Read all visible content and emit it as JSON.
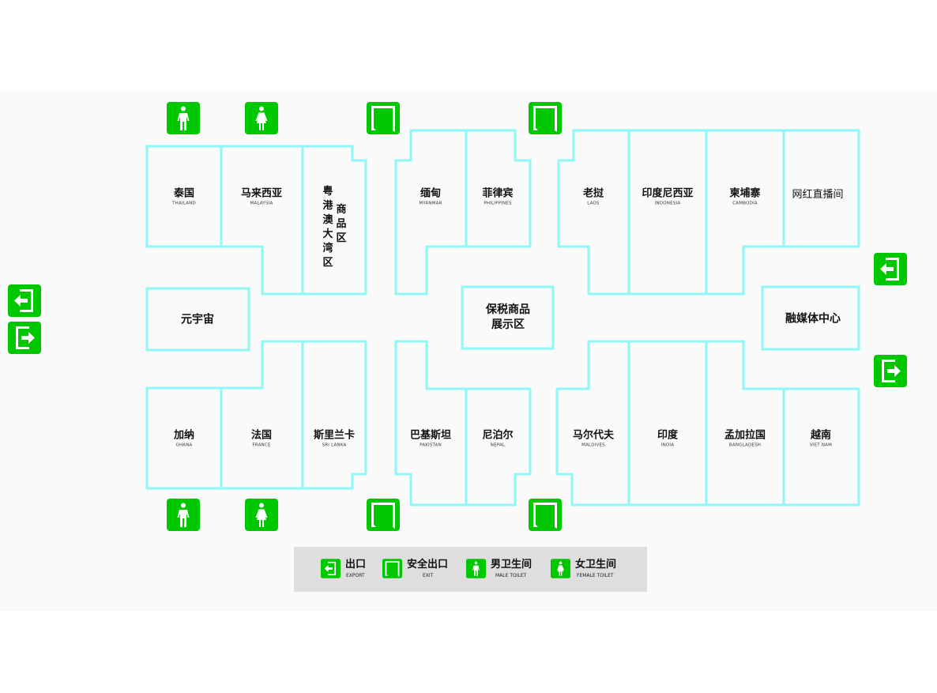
{
  "colors": {
    "wall": "#8ff7f7",
    "sign_green": "#00c800",
    "panel_bg": "#fafafa",
    "legend_bg": "#dedede",
    "text": "#111111"
  },
  "rooms": {
    "thailand": {
      "zh": "泰国",
      "en": "THAILAND"
    },
    "malaysia": {
      "zh": "马来西亚",
      "en": "MALAYSIA"
    },
    "gba_line1": [
      "粤",
      "港",
      "澳",
      "大",
      "湾",
      "区"
    ],
    "gba_line2": [
      "商",
      "品",
      "区"
    ],
    "myanmar": {
      "zh": "缅甸",
      "en": "MYANMAR"
    },
    "philippines": {
      "zh": "菲律宾",
      "en": "PHILIPPINES"
    },
    "laos": {
      "zh": "老挝",
      "en": "LAOS"
    },
    "indonesia": {
      "zh": "印度尼西亚",
      "en": "INDONESIA"
    },
    "cambodia": {
      "zh": "柬埔寨",
      "en": "CAMBODIA"
    },
    "livestream": {
      "zh": "网红直播间"
    },
    "metaverse": {
      "zh": "元宇宙"
    },
    "bonded_line1": "保税商品",
    "bonded_line2": "展示区",
    "media_center": {
      "zh": "融媒体中心"
    },
    "ghana": {
      "zh": "加纳",
      "en": "GHANA"
    },
    "france": {
      "zh": "法国",
      "en": "FRANCE"
    },
    "srilanka": {
      "zh": "斯里兰卡",
      "en": "SRI LANKA"
    },
    "pakistan": {
      "zh": "巴基斯坦",
      "en": "PAKISTAN"
    },
    "nepal": {
      "zh": "尼泊尔",
      "en": "NEPAL"
    },
    "maldives": {
      "zh": "马尔代夫",
      "en": "MALDIVES"
    },
    "india": {
      "zh": "印度",
      "en": "INDIA"
    },
    "bangladesh": {
      "zh": "孟加拉国",
      "en": "BANGLADESH"
    },
    "vietnam": {
      "zh": "越南",
      "en": "VIET NAM"
    }
  },
  "icons": {
    "male_toilet": "male-toilet-icon",
    "female_toilet": "female-toilet-icon",
    "emergency_exit": "emergency-exit-icon",
    "exit_in": "exit-arrow-left-icon",
    "exit_out": "exit-arrow-right-icon"
  },
  "legend": [
    {
      "zh": "出口",
      "en": "EXPORT",
      "icon": "exit-arrow-left-icon"
    },
    {
      "zh": "安全出口",
      "en": "EXIT",
      "icon": "emergency-exit-icon"
    },
    {
      "zh": "男卫生间",
      "en": "MALE TOILET",
      "icon": "male-toilet-icon"
    },
    {
      "zh": "女卫生间",
      "en": "FEMALE TOILET",
      "icon": "female-toilet-icon"
    }
  ]
}
